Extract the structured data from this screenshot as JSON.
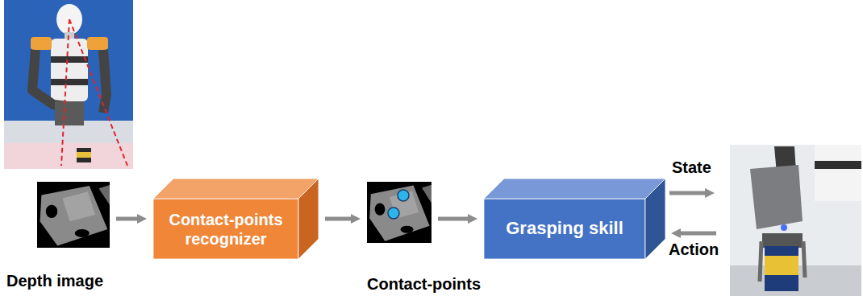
{
  "diagram": {
    "nodes": [
      {
        "text": [
          "Depth image"
        ]
      },
      {
        "text": [
          "Contact-points recognizer"
        ]
      },
      {
        "text": [
          "Contact-points"
        ]
      },
      {
        "text": [
          "Grasping skill"
        ]
      }
    ],
    "edges": [
      {
        "from": 0,
        "to": 1,
        "arrow": "to"
      },
      {
        "from": 1,
        "to": 2,
        "arrow": "to"
      },
      {
        "from": 2,
        "to": 3,
        "arrow": "to"
      }
    ],
    "labels": [
      "State",
      "Action"
    ]
  }
}
